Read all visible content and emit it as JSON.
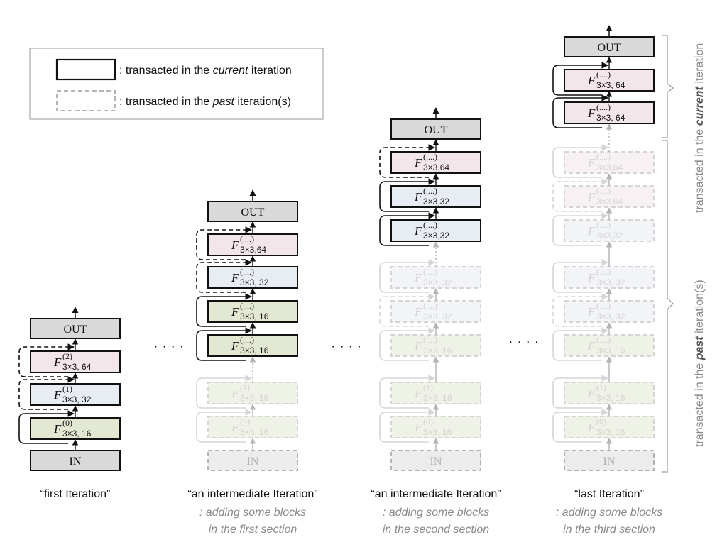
{
  "legend": {
    "current_prefix": ": transacted in the ",
    "current_emph": "current",
    "current_suffix": " iteration",
    "past_prefix": ": transacted in the ",
    "past_emph": "past",
    "past_suffix": " iteration(s)"
  },
  "labels": {
    "out": "OUT",
    "in": "IN",
    "ellipsis": "· · · ·"
  },
  "side": {
    "current_prefix": "transacted in the ",
    "current_emph": "current",
    "current_suffix": " iteration",
    "past_prefix": "transacted in the ",
    "past_emph": "past",
    "past_suffix": " iteration(s)"
  },
  "colors": {
    "pink": "#f3e6ea",
    "blue": "#e8ecf3",
    "green": "#e3e8d3",
    "io": "#d9d9d9",
    "faded_stroke": "#b4b4b4",
    "faded_text": "#b0b0b0"
  },
  "columns": [
    {
      "caption": "“first Iteration”",
      "sub1": "",
      "sub2": "",
      "blocks": [
        {
          "color": "pink",
          "sup": "(2)",
          "sub": "3×3, 64",
          "skip": "dashed",
          "faded": false
        },
        {
          "color": "blue",
          "sup": "(1)",
          "sub": "3×3, 32",
          "skip": "dashed",
          "faded": false
        },
        {
          "color": "green",
          "sup": "(0)",
          "sub": "3×3, 16",
          "skip": "solid",
          "faded": false
        }
      ]
    },
    {
      "caption": "“an intermediate Iteration”",
      "sub1": ": adding some blocks",
      "sub2": "in the first section",
      "blocks": [
        {
          "color": "pink",
          "sup": "(....)",
          "sub": "3×3,64",
          "skip": "dashed",
          "faded": false
        },
        {
          "color": "blue",
          "sup": "(....)",
          "sub": "3×3, 32",
          "skip": "dashed",
          "faded": false
        },
        {
          "color": "green",
          "sup": "(....)",
          "sub": "3×3, 16",
          "skip": "solid",
          "faded": false
        },
        {
          "color": "green",
          "sup": "(....)",
          "sub": "3×3, 16",
          "skip": "solid",
          "faded": false
        },
        {
          "color": "green",
          "sup": "(1)",
          "sub": "3×3, 16",
          "skip": "solid",
          "faded": true
        },
        {
          "color": "green",
          "sup": "(0)",
          "sub": "3×3, 16",
          "skip": "solid",
          "faded": true
        }
      ]
    },
    {
      "caption": "“an intermediate Iteration”",
      "sub1": ": adding some blocks",
      "sub2": "in the second section",
      "blocks": [
        {
          "color": "pink",
          "sup": "(....)",
          "sub": "3×3,64",
          "skip": "dashed",
          "faded": false
        },
        {
          "color": "blue",
          "sup": "(....)",
          "sub": "3×3,32",
          "skip": "solid",
          "faded": false
        },
        {
          "color": "blue",
          "sup": "(....)",
          "sub": "3×3,32",
          "skip": "solid",
          "faded": false
        },
        {
          "color": "blue",
          "sup": "(....)",
          "sub": "3×3, 32",
          "skip": "solid",
          "faded": true
        },
        {
          "color": "blue",
          "sup": "(....)",
          "sub": "3×3, 32",
          "skip": "dashed",
          "faded": true
        },
        {
          "color": "green",
          "sup": "(....)",
          "sub": "3×3, 16",
          "skip": "solid",
          "faded": true
        },
        {
          "color": "green",
          "sup": "(1)",
          "sub": "3×3, 16",
          "skip": "solid",
          "faded": true
        },
        {
          "color": "green",
          "sup": "(0)",
          "sub": "3×3, 16",
          "skip": "solid",
          "faded": true
        }
      ]
    },
    {
      "caption": "“last Iteration”",
      "sub1": ": adding some blocks",
      "sub2": "in the third section",
      "blocks": [
        {
          "color": "pink",
          "sup": "(....)",
          "sub": "3×3, 64",
          "skip": "solid",
          "faded": false
        },
        {
          "color": "pink",
          "sup": "(....)",
          "sub": "3×3, 64",
          "skip": "solid",
          "faded": false
        },
        {
          "color": "pink",
          "sup": "(....)",
          "sub": "3×3,64",
          "skip": "solid",
          "faded": true
        },
        {
          "color": "pink",
          "sup": "(....)",
          "sub": "3×3,64",
          "skip": "dashed",
          "faded": true
        },
        {
          "color": "blue",
          "sup": "(....)",
          "sub": "3×3,32",
          "skip": "solid",
          "faded": true
        },
        {
          "color": "blue",
          "sup": "(....)",
          "sub": "3×3, 32",
          "skip": "solid",
          "faded": true
        },
        {
          "color": "blue",
          "sup": "(....)",
          "sub": "3×3, 32",
          "skip": "dashed",
          "faded": true
        },
        {
          "color": "green",
          "sup": "(....)",
          "sub": "3×3, 16",
          "skip": "solid",
          "faded": true
        },
        {
          "color": "green",
          "sup": "(1)",
          "sub": "3×3, 16",
          "skip": "solid",
          "faded": true
        },
        {
          "color": "green",
          "sup": "(0)",
          "sub": "3×3, 16",
          "skip": "solid",
          "faded": true
        }
      ]
    }
  ]
}
